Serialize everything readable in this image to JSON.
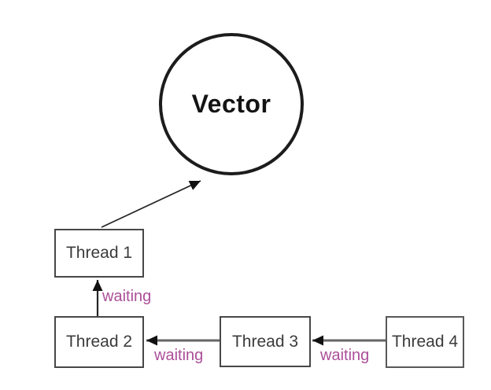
{
  "diagram": {
    "vector_node": {
      "label": "Vector"
    },
    "thread_nodes": [
      {
        "label": "Thread 1"
      },
      {
        "label": "Thread 2"
      },
      {
        "label": "Thread 3"
      },
      {
        "label": "Thread 4"
      }
    ],
    "edge_labels": {
      "thread2_waits_thread1": "waiting",
      "thread3_waits_thread2": "waiting",
      "thread4_waits_thread3": "waiting"
    },
    "colors": {
      "waiting_text": "#ab4f99",
      "node_text": "#3b3b3b",
      "vector_text": "#141414",
      "arrow_gray": "#656565",
      "arrow_dark": "#242424",
      "arrowhead": "#111111"
    }
  }
}
